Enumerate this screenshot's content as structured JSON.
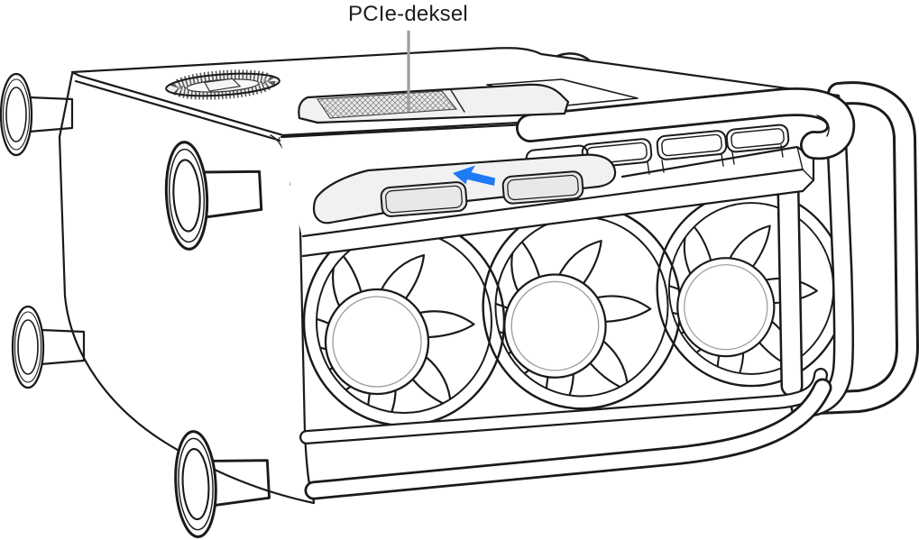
{
  "page": {
    "background": "#ffffff"
  },
  "callout": {
    "label": "PCIe-deksel",
    "text_color": "#1d1d1f",
    "line_color": "#9e9e9e"
  },
  "illustration": {
    "subject": "Mac Pro computer lying on its side, PCIe cover indicated",
    "outline_color": "#1a1a1a",
    "cover_fill": "#f1f1f2",
    "slot_fill": "#e8e8e9",
    "arrow": {
      "name": "slide-arrow",
      "color": "#1e7bf5",
      "direction": "up-left"
    }
  }
}
